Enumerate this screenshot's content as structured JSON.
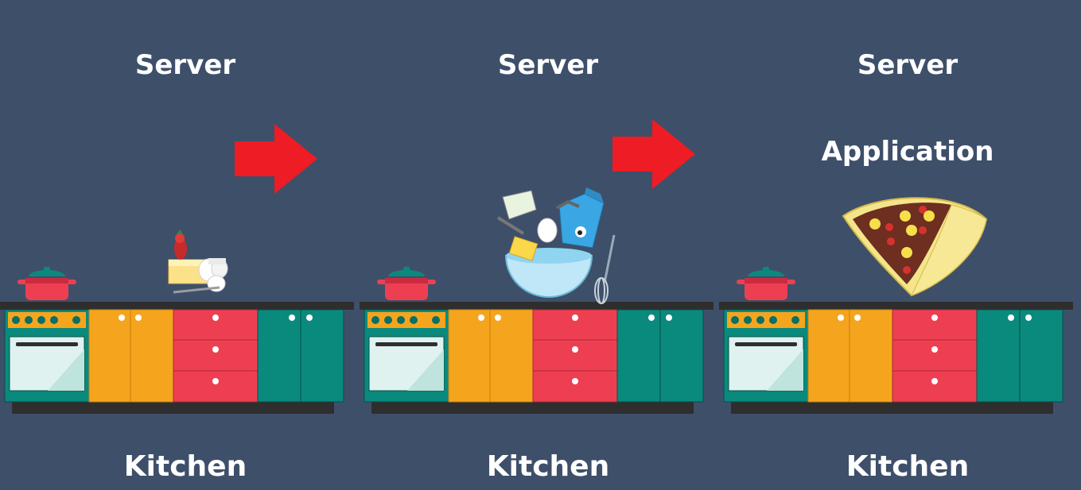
{
  "panels": [
    {
      "server_label": "Server",
      "kitchen_label": "Kitchen"
    },
    {
      "server_label": "Server",
      "kitchen_label": "Kitchen"
    },
    {
      "server_label": "Server",
      "application_label": "Application",
      "kitchen_label": "Kitchen"
    }
  ],
  "colors": {
    "background": "#3e4f6a",
    "arrow": "#ee1c24",
    "oven_teal": "#0a8a7d",
    "cabinet_orange": "#f5a51d",
    "drawer_red": "#ee3f52",
    "countertop": "#2e2e2e"
  },
  "icons": [
    "pot-icon",
    "ingredients-icon",
    "mixing-bowl-icon",
    "crepe-icon",
    "arrow-right-icon"
  ]
}
